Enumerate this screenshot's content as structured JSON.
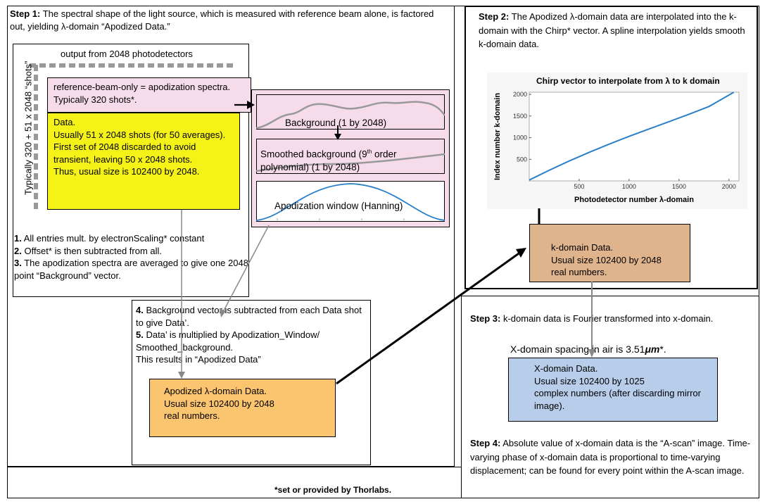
{
  "step1": {
    "label": "Step 1:",
    "text": " The spectral shape of the light source, which is measured with reference beam alone, is factored out, yielding λ-domain “Apodized Data.”"
  },
  "output_label": "output from 2048 photodetectors",
  "shots_label": "Typically 320 + 51 x 2048 “shots”",
  "ref_box": "reference-beam-only = apodization spectra.  Typically 320 shots*.",
  "data_box": {
    "line1": "Data.",
    "line2": "Usually 51 x 2048 shots (for 50 averages).",
    "line3": "First set of 2048 discarded to avoid transient, leaving 50 x 2048 shots.",
    "line4": "Thus, usual size is 102400 by 2048."
  },
  "background_label": "Background (1 by 2048)",
  "smoothed_label_a": "Smoothed background (9",
  "smoothed_sup": "th",
  "smoothed_label_b": " order polynomial) (1 by 2048)",
  "apod_window_label": "Apodization window (Hanning)",
  "step1_list": [
    {
      "num": "1.",
      "text": " All entries  mult. by electronScaling* constant"
    },
    {
      "num": "2.",
      "text": " Offset* is then subtracted from all."
    },
    {
      "num": "3.",
      "text": " The apodization spectra are averaged to give one 2048 point “Background” vector."
    }
  ],
  "mid_list": [
    {
      "num": "4.",
      "text": " Background vector is subtracted from each Data shot to give Data’."
    },
    {
      "num": "5.",
      "text": " Data’ is multiplied by Apodization_Window/ Smoothed_background."
    }
  ],
  "mid_result": "This results in “Apodized Data”",
  "apodized_box": {
    "line1": "Apodized λ-domain Data.",
    "line2": "Usual size 102400 by 2048",
    "line3": "real numbers."
  },
  "footnote": "*set or provided by Thorlabs.",
  "step2": {
    "label": "Step 2:",
    "text": "  The Apodized λ-domain data are interpolated into the k-domain with the Chirp* vector.  A spline interpolation yields smooth k-domain data."
  },
  "chart_data": {
    "type": "line",
    "title": "Chirp vector to interpolate from λ to k domain",
    "xlabel": "Photodetector number λ-domain",
    "ylabel": "Index number  k-domain",
    "xlim": [
      0,
      2100
    ],
    "ylim": [
      0,
      2050
    ],
    "xticks": [
      500,
      1000,
      1500,
      2000
    ],
    "yticks": [
      500,
      1000,
      1500,
      2000
    ],
    "grid": false,
    "color": "#2a7fc8",
    "series": [
      {
        "x": [
          0,
          200,
          400,
          600,
          800,
          1000,
          1200,
          1400,
          1600,
          1800,
          2048
        ],
        "values": [
          20,
          245,
          460,
          660,
          850,
          1030,
          1200,
          1370,
          1540,
          1720,
          2048
        ]
      }
    ]
  },
  "kdomain_box": {
    "line1": "k-domain Data.",
    "line2": "Usual size 102400 by 2048",
    "line3": "real numbers."
  },
  "step3": {
    "label": "Step 3:",
    "text": "  k-domain data is Fourier transformed into x-domain."
  },
  "xspacing": "X-domain spacing in air is 3.51",
  "xspacing_unit": "μm",
  "xspacing_tail": "*.",
  "xdomain_box": {
    "line1": "X-domain Data.",
    "line2": "Usual size 102400 by 1025",
    "line3": "complex numbers (after discarding mirror image)."
  },
  "step4": {
    "label": "Step 4:",
    "text": "  Absolute value of x-domain data is the “A-scan” image.  Time-varying phase of x-domain data is proportional to time-varying displacement; can be found for every point within the A-scan image."
  },
  "colors": {
    "pink": "#f6dbeb",
    "yellow": "#f5f218",
    "orange": "#fbc46f",
    "tan": "#dfb48d",
    "blue": "#b8cdea",
    "curve": "#2a7fc8"
  }
}
